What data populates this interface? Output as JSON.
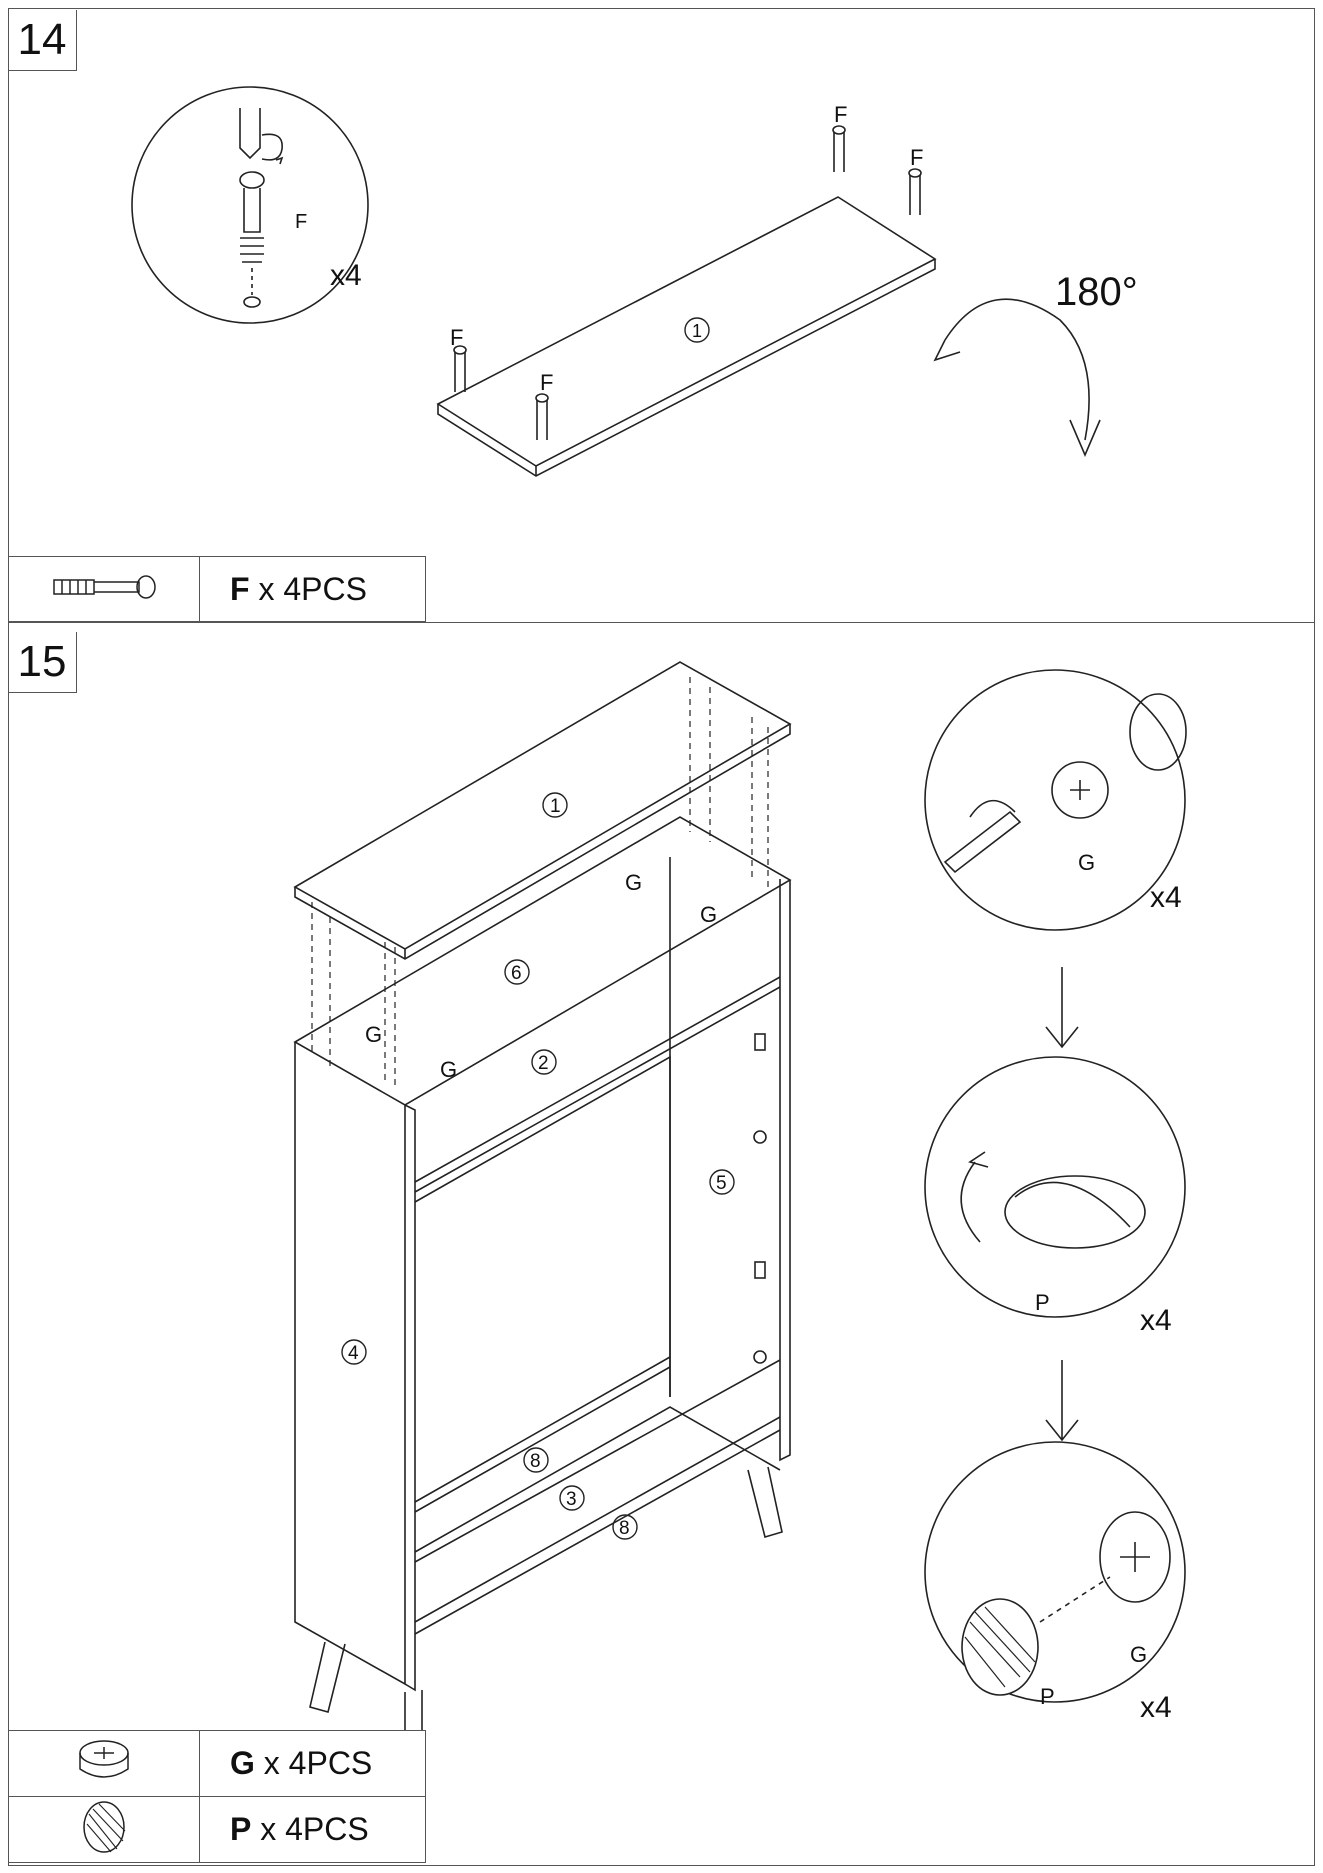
{
  "step14": {
    "number": "14",
    "labels": {
      "f": "F",
      "x4": "x4",
      "part1": "1",
      "rotation": "180°"
    },
    "parts": [
      {
        "icon": "cam-bolt-icon",
        "letter": "F",
        "qty": "x 4PCS"
      }
    ]
  },
  "step15": {
    "number": "15",
    "labels": {
      "g": "G",
      "p": "P",
      "x4": "x4",
      "part1": "1",
      "part2": "2",
      "part3": "3",
      "part4": "4",
      "part5": "5",
      "part6": "6",
      "part8": "8"
    },
    "parts": [
      {
        "icon": "cam-lock-icon",
        "letter": "G",
        "qty": "x 4PCS"
      },
      {
        "icon": "cover-cap-icon",
        "letter": "P",
        "qty": "x 4PCS"
      }
    ]
  },
  "colors": {
    "line": "#222222",
    "border": "#555555",
    "hatch": "#333333"
  }
}
